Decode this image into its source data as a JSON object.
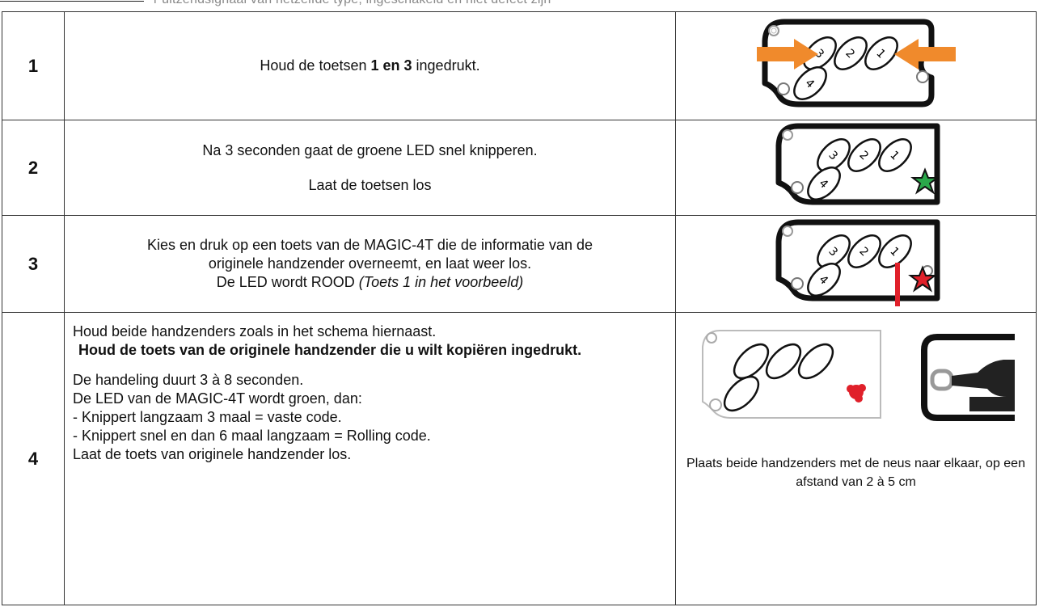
{
  "header_fragment": "r uitzendsignaal van hetzelfde type, ingeschakeld en niet defect zijn",
  "steps": [
    {
      "number": "1",
      "text_prefix": "Houd de toetsen ",
      "text_bold": "1  en  3",
      "text_suffix": "  ingedrukt."
    },
    {
      "number": "2",
      "line1": "Na 3 seconden gaat de groene LED snel knipperen.",
      "line2": "Laat de toetsen los"
    },
    {
      "number": "3",
      "line1": "Kies en druk op een toets van de MAGIC-4T die de informatie van de",
      "line2": "originele handzender overneemt, en laat weer los.",
      "line3_plain": "De LED wordt ROOD  ",
      "line3_italic": "(Toets 1 in het voorbeeld)"
    },
    {
      "number": "4",
      "line1": "Houd beide handzenders zoals in het schema hiernaast.",
      "bold_text": "Houd de toets van de originele handzender die u wilt kopiëren ingedrukt.",
      "line3": "De handeling duurt 3 à 8 seconden.",
      "line4": "De LED van de MAGIC-4T wordt groen, dan:",
      "line5": "- Knippert langzaam 3 maal = vaste code.",
      "line6": "- Knippert snel en dan 6 maal langzaam = Rolling code.",
      "line7": "Laat de toets van originele handzender los.",
      "caption": "Plaats beide handzenders met de neus naar elkaar, op een afstand van 2 à 5 cm"
    }
  ],
  "remote_buttons": [
    "3",
    "2",
    "1",
    "4"
  ],
  "colors": {
    "arrow": "#f08a2c",
    "led_green": "#2aa84a",
    "led_red": "#e0202a",
    "outline": "#111111"
  }
}
